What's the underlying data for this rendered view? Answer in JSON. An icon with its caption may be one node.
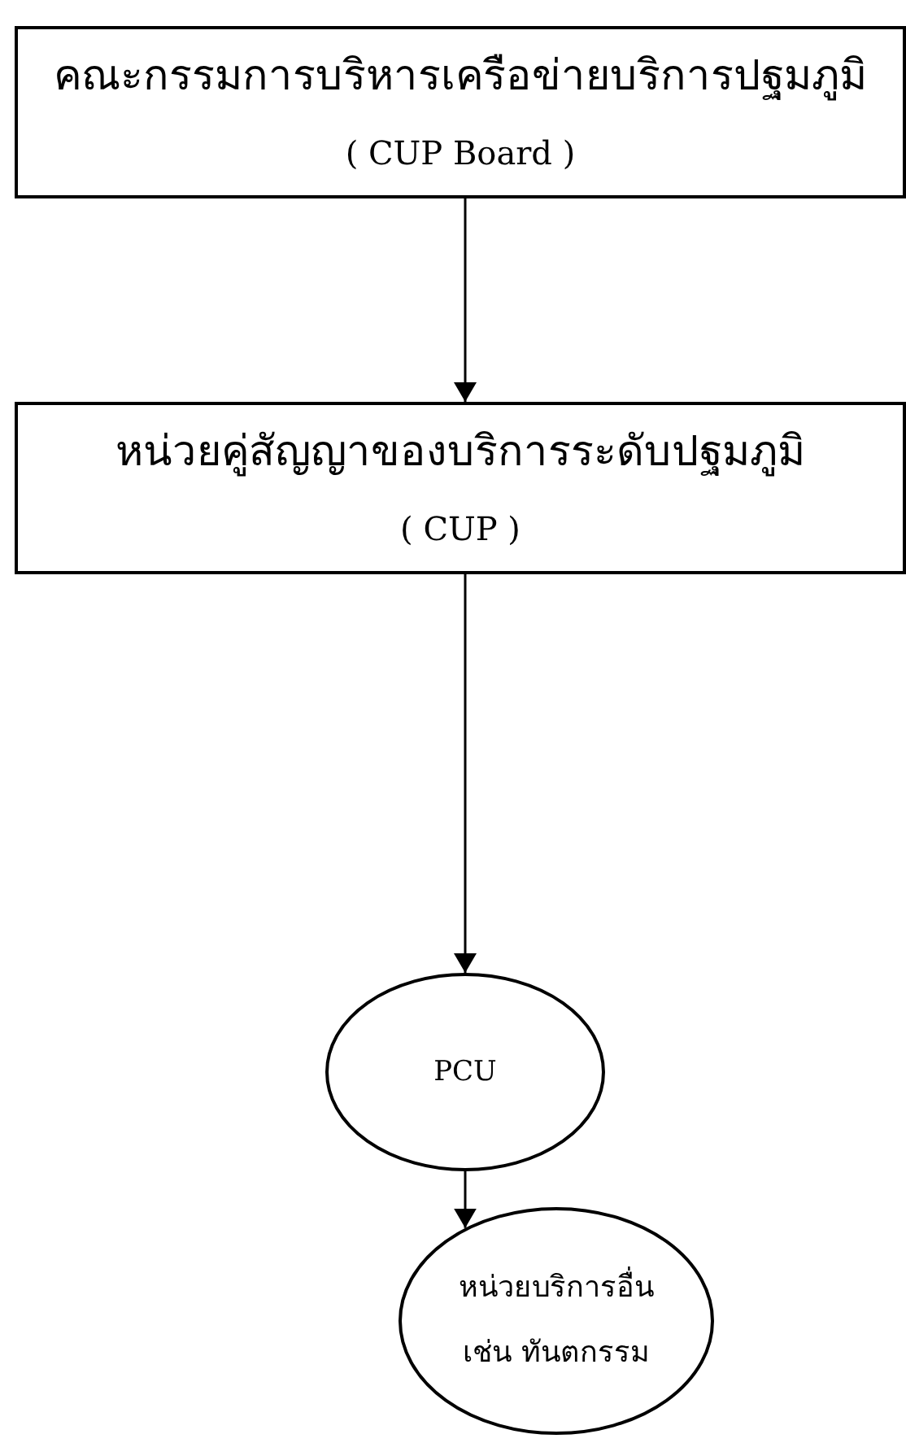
{
  "diagram": {
    "nodes": [
      {
        "text": [
          "คณะกรรมการบริหารเครือข่ายบริการปฐมภูมิ",
          "( CUP Board )"
        ]
      },
      {
        "text": [
          "หน่วยคู่สัญญาของบริการระดับปฐมภูมิ",
          "( CUP )"
        ]
      },
      {
        "text": [
          "PCU"
        ]
      },
      {
        "text": [
          "หน่วยบริการอื่น เช่น ทันตกรรม"
        ]
      }
    ],
    "edges": [
      {
        "from": 0,
        "to": 1,
        "arrow": "to"
      },
      {
        "from": 1,
        "to": 2,
        "arrow": "to"
      },
      {
        "from": 2,
        "to": 3,
        "arrow": "to"
      }
    ]
  }
}
